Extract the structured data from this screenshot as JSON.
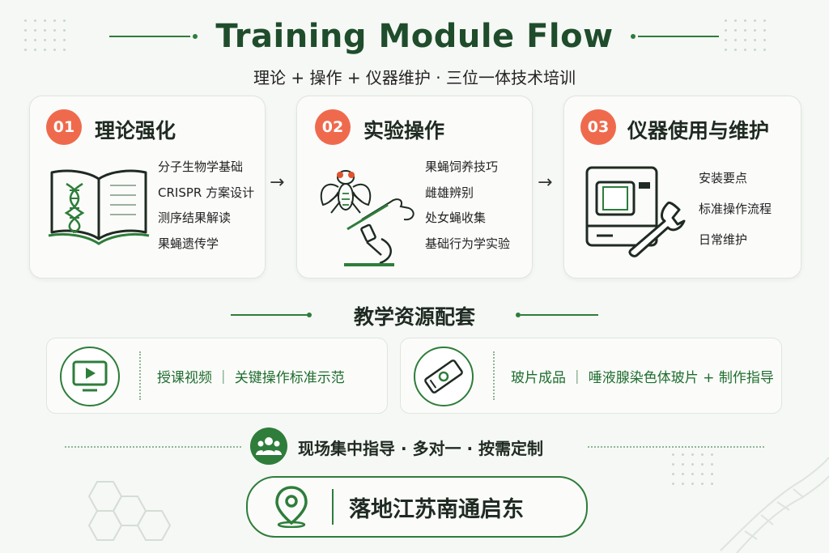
{
  "header": {
    "title": "Training Module Flow",
    "subtitle": "理论 + 操作 + 仪器维护 · 三位一体技术培训"
  },
  "modules": [
    {
      "number": "01",
      "title": "理论强化",
      "items": [
        "分子生物学基础",
        "CRISPR 方案设计",
        "测序结果解读",
        "果蝇遗传学"
      ],
      "icon": "open-book-dna-icon"
    },
    {
      "number": "02",
      "title": "实验操作",
      "items": [
        "果蝇饲养技巧",
        "雌雄辨别",
        "处女蝇收集",
        "基础行为学实验"
      ],
      "icon": "fruit-fly-microscope-icon"
    },
    {
      "number": "03",
      "title": "仪器使用与维护",
      "items": [
        "安装要点",
        "标准操作流程",
        "日常维护"
      ],
      "icon": "instrument-wrench-icon"
    }
  ],
  "resources": {
    "title": "教学资源配套",
    "items": [
      {
        "text": "授课视频 ｜ 关键操作标准示范",
        "icon": "video-play-icon"
      },
      {
        "text": "玻片成品 ｜ 唾液腺染色体玻片 + 制作指导",
        "icon": "glass-slide-icon"
      }
    ]
  },
  "guidance": {
    "text": "现场集中指导 · 多对一 · 按需定制",
    "icon": "group-icon"
  },
  "location": {
    "text": "落地江苏南通启东",
    "icon": "location-pin-icon"
  },
  "colors": {
    "accent": "#2e7d3a",
    "badge": "#ef6a4d",
    "background": "#f6f8f5"
  }
}
